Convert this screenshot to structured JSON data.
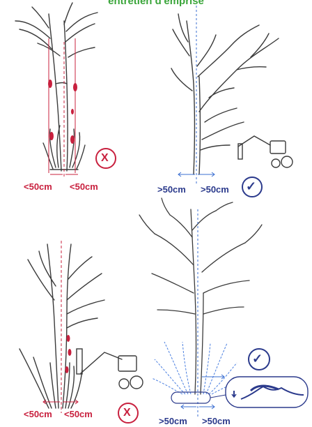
{
  "title": "entretien d'emprise",
  "colors": {
    "title": "#3aa53a",
    "bad": "#c8203e",
    "good": "#2b3a8c",
    "guide_blue": "#3b6fd1",
    "root_blue": "#4a7fe0",
    "ink": "#3a3a3a"
  },
  "panels": {
    "top_left": {
      "left_label": "<50cm",
      "right_label": "<50cm",
      "verdict_mark": "X"
    },
    "top_right": {
      "left_label": ">50cm",
      "right_label": ">50cm",
      "verdict_mark": "✓"
    },
    "bottom_left": {
      "left_label": "<50cm",
      "right_label": "<50cm",
      "verdict_mark": "X"
    },
    "bottom_right": {
      "left_label": ">50cm",
      "right_label": ">50cm",
      "verdict_mark": "✓"
    }
  }
}
